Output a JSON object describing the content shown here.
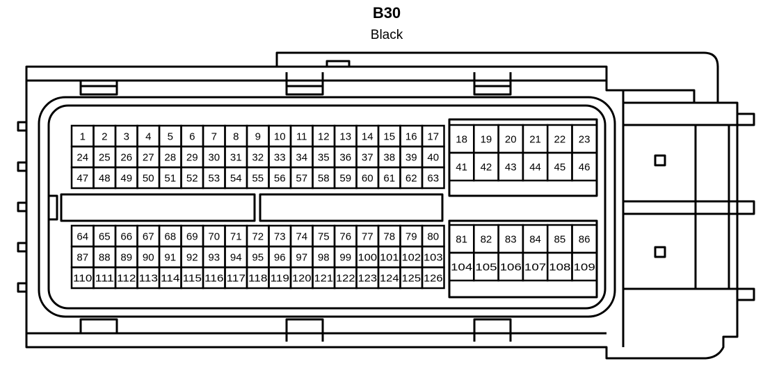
{
  "connector": {
    "name": "B30",
    "color": "Black"
  },
  "pins": {
    "main_top_rows": [
      [
        "1",
        "2",
        "3",
        "4",
        "5",
        "6",
        "7",
        "8",
        "9",
        "10",
        "11",
        "12",
        "13",
        "14",
        "15",
        "16",
        "17"
      ],
      [
        "24",
        "25",
        "26",
        "27",
        "28",
        "29",
        "30",
        "31",
        "32",
        "33",
        "34",
        "35",
        "36",
        "37",
        "38",
        "39",
        "40"
      ],
      [
        "47",
        "48",
        "49",
        "50",
        "51",
        "52",
        "53",
        "54",
        "55",
        "56",
        "57",
        "58",
        "59",
        "60",
        "61",
        "62",
        "63"
      ]
    ],
    "main_bottom_rows": [
      [
        "64",
        "65",
        "66",
        "67",
        "68",
        "69",
        "70",
        "71",
        "72",
        "73",
        "74",
        "75",
        "76",
        "77",
        "78",
        "79",
        "80"
      ],
      [
        "87",
        "88",
        "89",
        "90",
        "91",
        "92",
        "93",
        "94",
        "95",
        "96",
        "97",
        "98",
        "99",
        "100",
        "101",
        "102",
        "103"
      ],
      [
        "110",
        "111",
        "112",
        "113",
        "114",
        "115",
        "116",
        "117",
        "118",
        "119",
        "120",
        "121",
        "122",
        "123",
        "124",
        "125",
        "126"
      ]
    ],
    "right_top_rows": [
      [
        "18",
        "19",
        "20",
        "21",
        "22",
        "23"
      ],
      [
        "41",
        "42",
        "43",
        "44",
        "45",
        "46"
      ]
    ],
    "right_bottom_rows": [
      [
        "81",
        "82",
        "83",
        "84",
        "85",
        "86"
      ],
      [
        "104",
        "105",
        "106",
        "107",
        "108",
        "109"
      ]
    ]
  }
}
